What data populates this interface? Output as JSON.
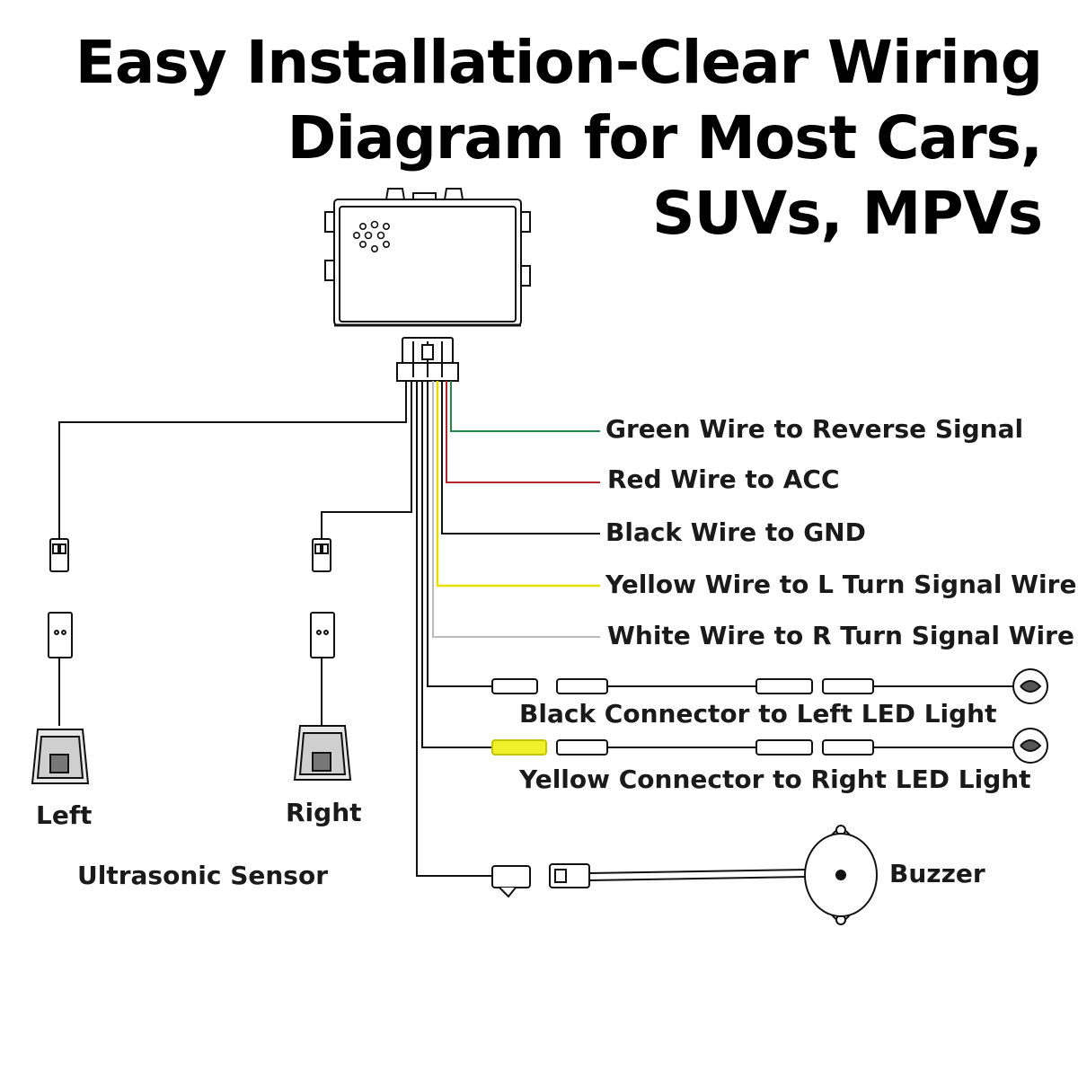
{
  "title": {
    "line1": "Easy Installation-Clear Wiring",
    "line2": "Diagram for Most Cars,",
    "line3": "SUVs, MPVs"
  },
  "wires": [
    {
      "label": "Green Wire to Reverse Signal",
      "color": "#1e8a4a"
    },
    {
      "label": "Red Wire to ACC",
      "color": "#b3262a"
    },
    {
      "label": "Black Wire to GND",
      "color": "#111111"
    },
    {
      "label": "Yellow Wire to L Turn Signal Wire",
      "color": "#e8e000"
    },
    {
      "label": "White Wire to R Turn Signal Wire",
      "color": "#bbbbbb"
    }
  ],
  "connectors": {
    "left_led": "Black Connector to Left LED Light",
    "right_led": "Yellow Connector to Right LED Light",
    "right_led_color": "#f2f02a"
  },
  "sensors": {
    "left": "Left",
    "right": "Right",
    "group": "Ultrasonic Sensor"
  },
  "buzzer": "Buzzer"
}
